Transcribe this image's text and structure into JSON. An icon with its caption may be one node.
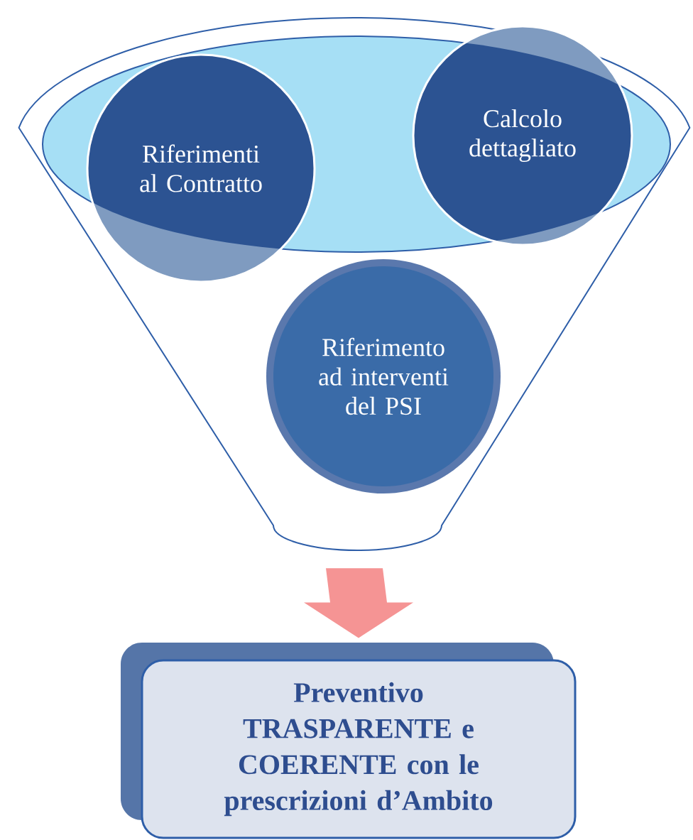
{
  "diagram": {
    "nodes": [
      {
        "text": [],
        "shape": "funnel"
      },
      {
        "text": [
          "Riferimenti al Contratto"
        ],
        "in": 0
      },
      {
        "text": [
          "Calcolo dettagliato"
        ],
        "in": 0
      },
      {
        "text": [
          "Riferimento ad interventi del PSI"
        ],
        "in": 0
      },
      {
        "text": [
          "Preventivo TRASPARENTE e COERENTE con le prescrizioni d’Ambito"
        ]
      }
    ],
    "edges": [
      {
        "from": 0,
        "to": 4,
        "arrow": "to",
        "style": "thick",
        "color": "#f59494"
      }
    ]
  }
}
